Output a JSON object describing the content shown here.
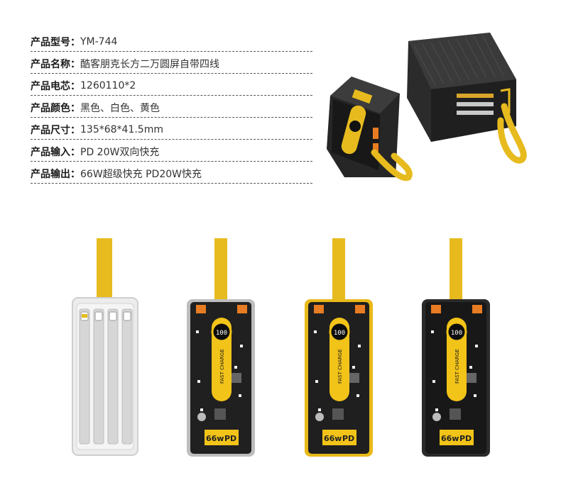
{
  "specs": [
    {
      "label": "产品型号：",
      "value": "YM-744"
    },
    {
      "label": "产品名称：",
      "value": "酷客朋克长方二万圆屏自带四线"
    },
    {
      "label": "产品电芯：",
      "value": "1260110*2"
    },
    {
      "label": "产品颜色：",
      "value": "黑色、白色、黄色"
    },
    {
      "label": "产品尺寸：",
      "value": "135*68*41.5mm"
    },
    {
      "label": "产品输入：",
      "value": "PD 20W双向快充"
    },
    {
      "label": "产品输出：",
      "value": "66W超级快充 PD20W快充"
    }
  ],
  "product": {
    "display_reading": "100",
    "side_text": "FAST CHARGE",
    "badge_power": "66w",
    "badge_pd": "PD"
  },
  "colors": {
    "strap": "#e7bb1e",
    "accent": "#f2c318",
    "dark_shell": "#1e1e1e",
    "white_shell": "#ececec"
  },
  "variants": [
    {
      "name": "white",
      "view": "back"
    },
    {
      "name": "clear-grey",
      "view": "front"
    },
    {
      "name": "clear-yellow",
      "view": "front"
    },
    {
      "name": "clear-black",
      "view": "front"
    }
  ]
}
